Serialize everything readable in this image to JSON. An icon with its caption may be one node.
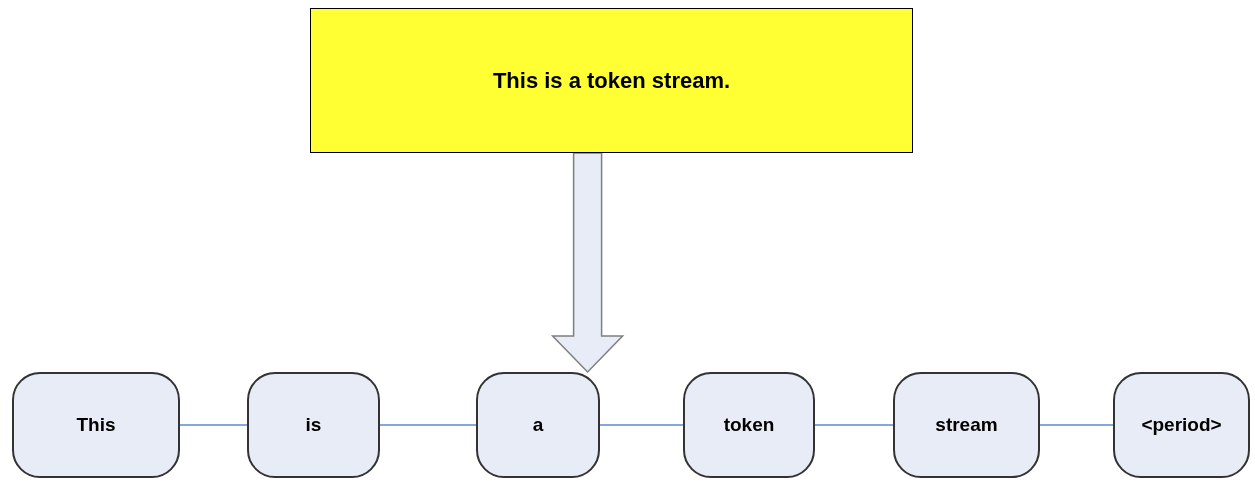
{
  "diagram": {
    "nodes": [
      {
        "text": [
          "This is a token stream."
        ]
      },
      {
        "text": [
          "This"
        ]
      },
      {
        "text": [
          "is"
        ]
      },
      {
        "text": [
          "a"
        ]
      },
      {
        "text": [
          "token"
        ]
      },
      {
        "text": [
          "stream"
        ]
      },
      {
        "text": [
          "<period>"
        ]
      }
    ],
    "edges": [
      {
        "from": 0,
        "to": 3,
        "arrow": "to",
        "style": "thick",
        "color": "#7f7f7f"
      },
      {
        "from": 1,
        "to": 2,
        "arrow": "none"
      },
      {
        "from": 2,
        "to": 3,
        "arrow": "none"
      },
      {
        "from": 3,
        "to": 4,
        "arrow": "none"
      },
      {
        "from": 4,
        "to": 5,
        "arrow": "none"
      },
      {
        "from": 5,
        "to": 6,
        "arrow": "none"
      }
    ]
  }
}
